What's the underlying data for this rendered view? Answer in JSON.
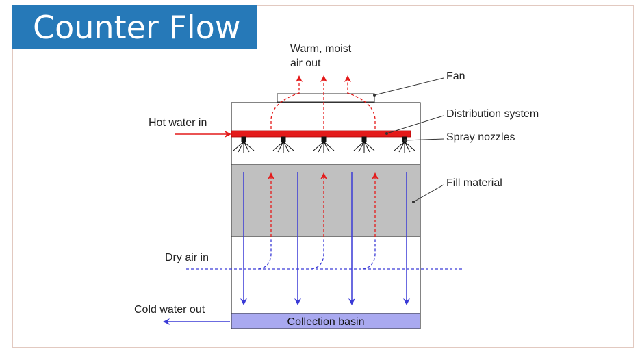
{
  "title": "Counter Flow",
  "labels": {
    "warm_air_line1": "Warm, moist",
    "warm_air_line2": "air out",
    "fan": "Fan",
    "distribution": "Distribution system",
    "spray": "Spray nozzles",
    "hot_water": "Hot water in",
    "fill": "Fill material",
    "dry_air": "Dry air in",
    "cold_water": "Cold water out",
    "basin": "Collection basin"
  },
  "colors": {
    "title_bg": "#2679b8",
    "water_red": "#e41a1a",
    "water_blue": "#3a3ad6",
    "fill_gray": "#c0c0c0",
    "basin": "#a9a9f0"
  }
}
